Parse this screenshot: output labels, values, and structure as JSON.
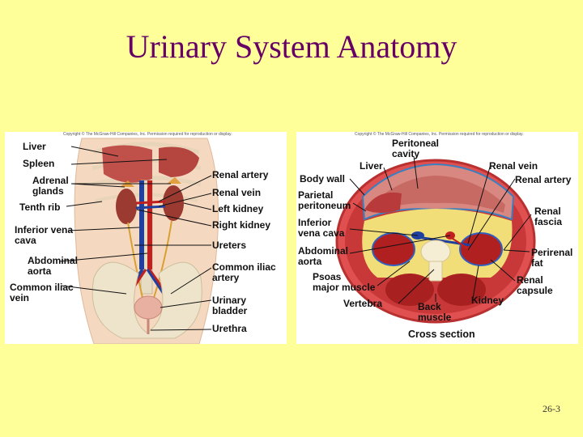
{
  "slide": {
    "title": "Urinary System Anatomy",
    "page_number": "26-3",
    "background": "#FFFF99",
    "title_color": "#660066"
  },
  "left_figure": {
    "copyright": "Copyright © The McGraw-Hill Companies, Inc. Permission required for reproduction or display.",
    "labels": {
      "liver": "Liver",
      "spleen": "Spleen",
      "adrenal_glands_1": "Adrenal",
      "adrenal_glands_2": "glands",
      "tenth_rib": "Tenth rib",
      "inferior_vena_cava_1": "Inferior vena",
      "inferior_vena_cava_2": "cava",
      "abdominal_aorta_1": "Abdominal",
      "abdominal_aorta_2": "aorta",
      "common_iliac_vein_1": "Common iliac",
      "common_iliac_vein_2": "vein",
      "renal_artery": "Renal artery",
      "renal_vein": "Renal vein",
      "left_kidney": "Left kidney",
      "right_kidney": "Right kidney",
      "ureters": "Ureters",
      "common_iliac_artery_1": "Common iliac",
      "common_iliac_artery_2": "artery",
      "urinary_bladder_1": "Urinary",
      "urinary_bladder_2": "bladder",
      "urethra": "Urethra"
    }
  },
  "right_figure": {
    "copyright": "Copyright © The McGraw-Hill Companies, Inc. Permission required for reproduction or display.",
    "caption": "Cross section",
    "labels": {
      "peritoneal_cavity_1": "Peritoneal",
      "peritoneal_cavity_2": "cavity",
      "liver": "Liver",
      "body_wall": "Body wall",
      "parietal_peritoneum_1": "Parietal",
      "parietal_peritoneum_2": "peritoneum",
      "inferior_vena_cava_1": "Inferior",
      "inferior_vena_cava_2": "vena cava",
      "abdominal_aorta_1": "Abdominal",
      "abdominal_aorta_2": "aorta",
      "psoas_major_1": "Psoas",
      "psoas_major_2": "major muscle",
      "vertebra": "Vertebra",
      "back_muscle_1": "Back",
      "back_muscle_2": "muscle",
      "kidney": "Kidney",
      "renal_vein": "Renal vein",
      "renal_artery": "Renal artery",
      "renal_fascia_1": "Renal",
      "renal_fascia_2": "fascia",
      "perirenal_fat_1": "Perirenal",
      "perirenal_fat_2": "fat",
      "renal_capsule_1": "Renal",
      "renal_capsule_2": "capsule"
    }
  }
}
